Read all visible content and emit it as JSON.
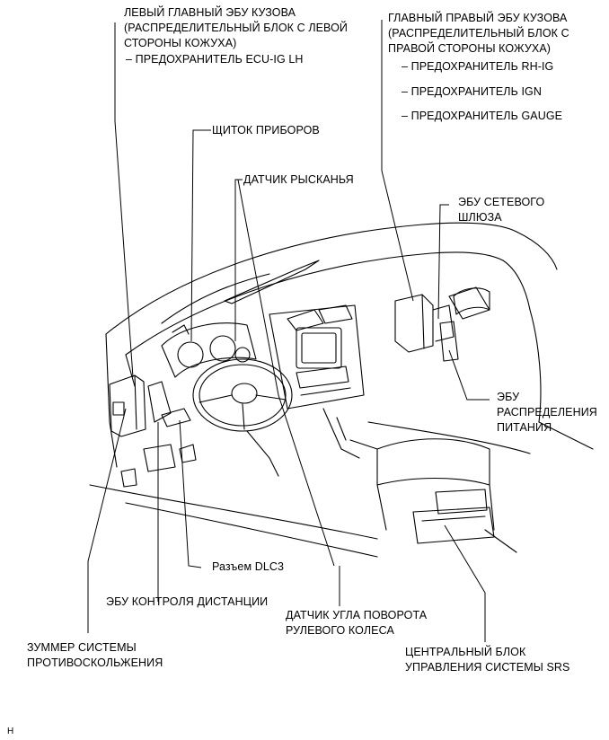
{
  "labels": {
    "left_ecu": [
      "ЛЕВЫЙ ГЛАВНЫЙ ЭБУ КУЗОВА",
      "(РАСПРЕДЕЛИТЕЛЬНЫЙ БЛОК С ЛЕВОЙ",
      "СТОРОНЫ КОЖУХА)"
    ],
    "fuse_ecu_ig_lh": "– ПРЕДОХРАНИТЕЛЬ ECU-IG LH",
    "right_ecu": [
      "ГЛАВНЫЙ ПРАВЫЙ ЭБУ КУЗОВА",
      "(РАСПРЕДЕЛИТЕЛЬНЫЙ БЛОК С",
      "ПРАВОЙ СТОРОНЫ КОЖУХА)"
    ],
    "fuse_rh_ig": "– ПРЕДОХРАНИТЕЛЬ RH-IG",
    "fuse_ign": "– ПРЕДОХРАНИТЕЛЬ IGN",
    "fuse_gauge": "– ПРЕДОХРАНИТЕЛЬ GAUGE",
    "combination_meter": "ЩИТОК ПРИБОРОВ",
    "yaw_sensor": "ДАТЧИК РЫСКАНЬЯ",
    "gateway_ecu": [
      "ЭБУ СЕТЕВОГО",
      "ШЛЮЗА"
    ],
    "power_ecu": [
      "ЭБУ",
      "РАСПРЕДЕЛЕНИЯ",
      "ПИТАНИЯ"
    ],
    "dlc3": "Разъем DLC3",
    "distance_ecu": "ЭБУ КОНТРОЛЯ ДИСТАНЦИИ",
    "steering_sensor": [
      "ДАТЧИК УГЛА ПОВОРОТА",
      "РУЛЕВОГО КОЛЕСА"
    ],
    "skid_buzzer": [
      "ЗУММЕР СИСТЕМЫ",
      "ПРОТИВОСКОЛЬЖЕНИЯ"
    ],
    "srs_ecu": [
      "ЦЕНТРАЛЬНЫЙ БЛОК",
      "УПРАВЛЕНИЯ СИСТЕМЫ SRS"
    ],
    "corner_mark": "H"
  }
}
